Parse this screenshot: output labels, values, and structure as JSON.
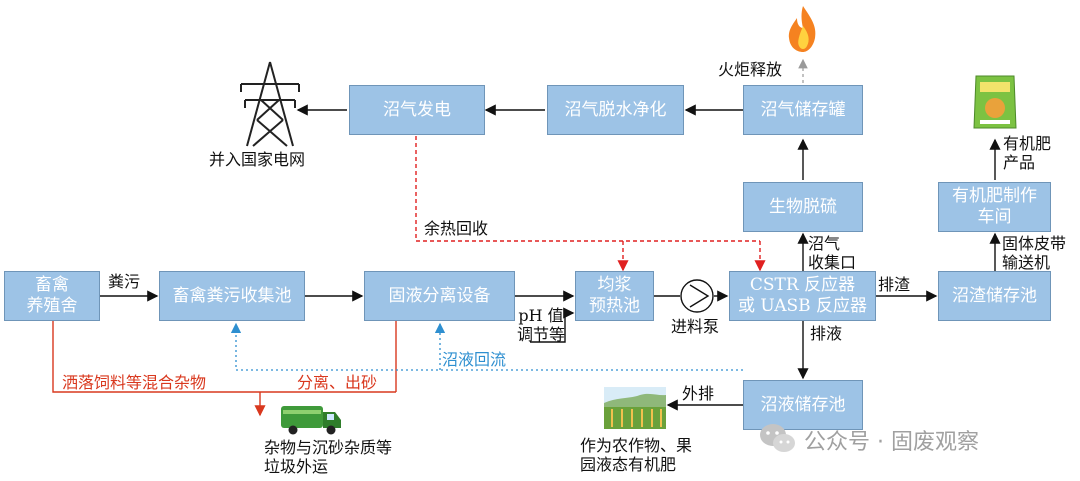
{
  "nodes": {
    "livestock_farm": "畜禽\n养殖舍",
    "manure_collection_pool": "畜禽粪污收集池",
    "solid_liquid_separator": "固液分离设备",
    "homogenizing_preheat_tank": "均浆\n预热池",
    "reactor": "CSTR 反应器\n或 UASB 反应器",
    "residue_storage_pool": "沼渣储存池",
    "fertilizer_workshop": "有机肥制作\n车间",
    "biological_desulfurization": "生物脱硫",
    "biogas_storage_tank": "沼气储存罐",
    "biogas_purification": "沼气脱水净化",
    "biogas_power": "沼气发电",
    "liquid_storage_pool": "沼液储存池"
  },
  "labels": {
    "manure": "粪污",
    "ph_adjust": "pH 值\n调节等",
    "feed_pump": "进料泵",
    "residue": "排渣",
    "conveyor": "固体皮带\n输送机",
    "fertilizer_product": "有机肥\n产品",
    "biogas_outlet": "沼气\n收集口",
    "flare": "火炬释放",
    "grid": "并入国家电网",
    "waste_heat": "余热回收",
    "liquid_discharge": "排液",
    "external_discharge": "外排",
    "crop_fertilizer": "作为农作物、果\n园液态有机肥",
    "spilled_feed": "洒落饲料等混合杂物",
    "separation_sand": "分离、出砂",
    "liquid_reflux": "沼液回流",
    "garbage_transport": "杂物与沉砂杂质等\n垃圾外运"
  },
  "watermark": "公众号 · 固废观察",
  "colors": {
    "box_fill": "#9dc3e6",
    "arrow_black": "#111111",
    "heat_red": "#e02020",
    "debris_orange": "#d9381e",
    "reflux_blue": "#2e8fd0",
    "flare_gray": "#9a9a9a"
  },
  "icons": [
    "power-tower-icon",
    "flame-icon",
    "fertilizer-bag-icon",
    "garbage-truck-icon",
    "farmland-icon",
    "pump-icon",
    "wechat-icon"
  ]
}
